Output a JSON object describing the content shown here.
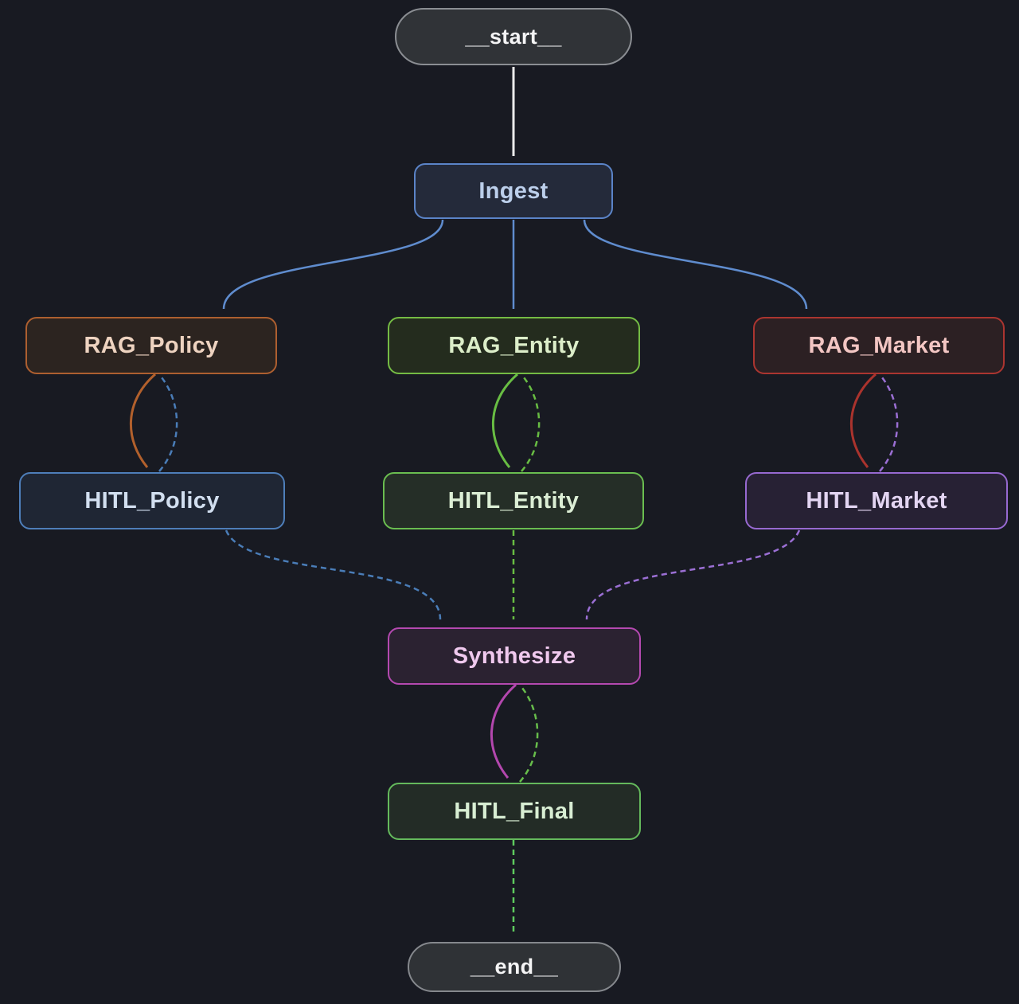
{
  "diagram": {
    "type": "flowchart",
    "background": "#181a22",
    "nodes": {
      "start": {
        "label": "__start__",
        "shape": "pill",
        "fill": "#303337",
        "border": "#8b8e93",
        "text_color": "#f4f4f5"
      },
      "ingest": {
        "label": "Ingest",
        "shape": "rect",
        "fill": "#242a3a",
        "border": "#5b84c8",
        "text_color": "#bccfeb"
      },
      "rag_policy": {
        "label": "RAG_Policy",
        "shape": "rect",
        "fill": "#2c2420",
        "border": "#ad5f30",
        "text_color": "#eed3c0"
      },
      "rag_entity": {
        "label": "RAG_Entity",
        "shape": "rect",
        "fill": "#242c1e",
        "border": "#74bb44",
        "text_color": "#dceec9"
      },
      "rag_market": {
        "label": "RAG_Market",
        "shape": "rect",
        "fill": "#2c2023",
        "border": "#ab3530",
        "text_color": "#f3c6c3"
      },
      "hitl_policy": {
        "label": "HITL_Policy",
        "shape": "rect",
        "fill": "#1f2634",
        "border": "#4e7eb9",
        "text_color": "#d2dff0"
      },
      "hitl_entity": {
        "label": "HITL_Entity",
        "shape": "rect",
        "fill": "#252e27",
        "border": "#6abd50",
        "text_color": "#dceed5"
      },
      "hitl_market": {
        "label": "HITL_Market",
        "shape": "rect",
        "fill": "#272134",
        "border": "#9769d1",
        "text_color": "#e3d5f2"
      },
      "synthesize": {
        "label": "Synthesize",
        "shape": "rect",
        "fill": "#2b2231",
        "border": "#b449b0",
        "text_color": "#f0c9ee"
      },
      "hitl_final": {
        "label": "HITL_Final",
        "shape": "rect",
        "fill": "#232c26",
        "border": "#64b95c",
        "text_color": "#d8eed3"
      },
      "end": {
        "label": "__end__",
        "shape": "pill",
        "fill": "#2f3236",
        "border": "#85888d",
        "text_color": "#f4f4f5"
      }
    },
    "edges": [
      {
        "from": "__start__",
        "to": "Ingest",
        "style": "solid",
        "color": "#ececec"
      },
      {
        "from": "Ingest",
        "to": "RAG_Policy",
        "style": "solid",
        "color": "#5f8cce"
      },
      {
        "from": "Ingest",
        "to": "RAG_Entity",
        "style": "solid",
        "color": "#5f8cce"
      },
      {
        "from": "Ingest",
        "to": "RAG_Market",
        "style": "solid",
        "color": "#5f8cce"
      },
      {
        "from": "RAG_Policy",
        "to": "HITL_Policy",
        "style": "solid",
        "color": "#b2602c"
      },
      {
        "from": "HITL_Policy",
        "to": "RAG_Policy",
        "style": "dashed",
        "color": "#4a7db8"
      },
      {
        "from": "RAG_Entity",
        "to": "HITL_Entity",
        "style": "solid",
        "color": "#68bd43"
      },
      {
        "from": "HITL_Entity",
        "to": "RAG_Entity",
        "style": "dashed",
        "color": "#68bd43"
      },
      {
        "from": "RAG_Market",
        "to": "HITL_Market",
        "style": "solid",
        "color": "#aa332d"
      },
      {
        "from": "HITL_Market",
        "to": "RAG_Market",
        "style": "dashed",
        "color": "#9b6fd4"
      },
      {
        "from": "HITL_Policy",
        "to": "Synthesize",
        "style": "dashed",
        "color": "#4a7db8"
      },
      {
        "from": "HITL_Entity",
        "to": "Synthesize",
        "style": "dashed",
        "color": "#68bd43"
      },
      {
        "from": "HITL_Market",
        "to": "Synthesize",
        "style": "dashed",
        "color": "#9b6fd4"
      },
      {
        "from": "Synthesize",
        "to": "HITL_Final",
        "style": "solid",
        "color": "#b347ae"
      },
      {
        "from": "HITL_Final",
        "to": "Synthesize",
        "style": "dashed",
        "color": "#67bd4b"
      },
      {
        "from": "HITL_Final",
        "to": "__end__",
        "style": "dashed",
        "color": "#5ecb5e"
      }
    ]
  }
}
